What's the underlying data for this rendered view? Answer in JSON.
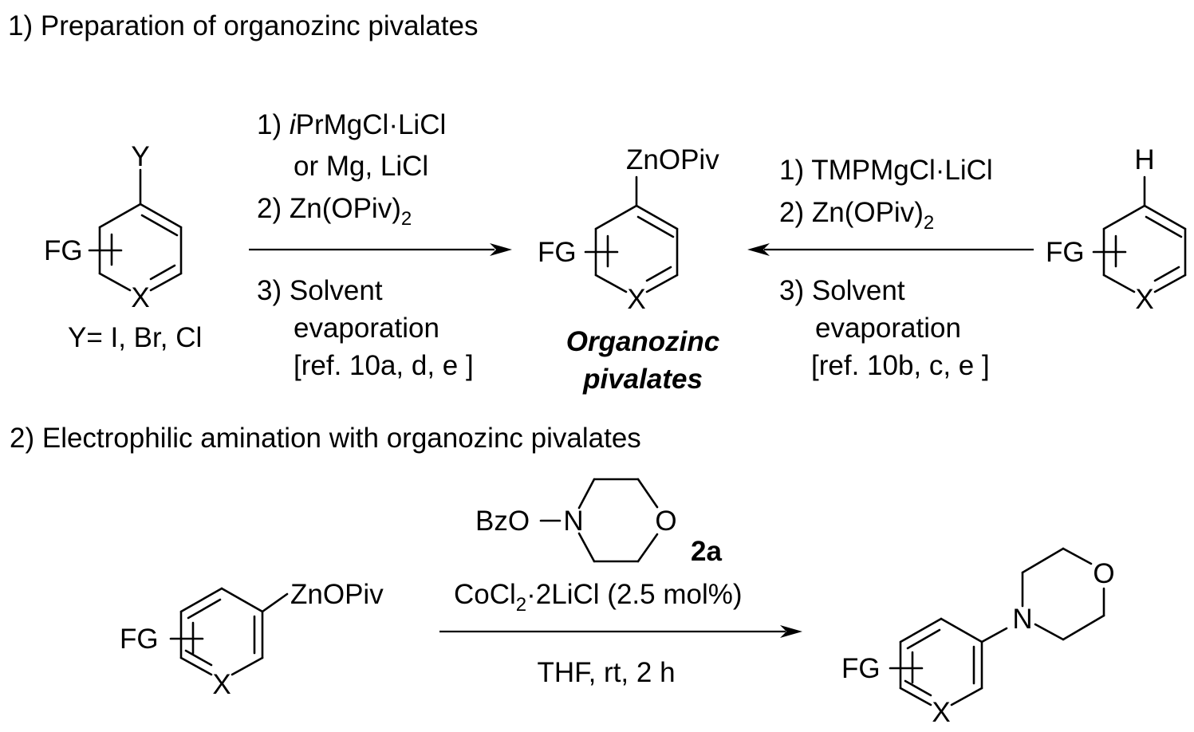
{
  "headings": {
    "part1": "1) Preparation of organozinc pivalates",
    "part2": "2) Electrophilic amination with organozinc pivalates"
  },
  "left_reactant": {
    "substituent": "Y",
    "fg": "FG",
    "heteroatom": "X",
    "note": "Y= I, Br, Cl"
  },
  "left_conditions": {
    "step1_prefix": "1) ",
    "step1_italic": "i",
    "step1_rest": "PrMgCl·LiCl",
    "step1_line2": "or Mg, LiCl",
    "step2_main": "2) Zn(OPiv)",
    "step2_sub": "2",
    "step3_line1": "3) Solvent",
    "step3_line2": "evaporation",
    "ref": "[ref. 10a, d, e ]"
  },
  "center_product": {
    "substituent": "ZnOPiv",
    "fg": "FG",
    "heteroatom": "X",
    "label_line1": "Organozinc",
    "label_line2": "pivalates"
  },
  "right_conditions": {
    "step1": "1) TMPMgCl·LiCl",
    "step2_main": "2) Zn(OPiv)",
    "step2_sub": "2",
    "step3_line1": "3) Solvent",
    "step3_line2": "evaporation",
    "ref": "[ref. 10b, c, e ]"
  },
  "right_reactant": {
    "substituent": "H",
    "fg": "FG",
    "heteroatom": "X"
  },
  "amination_reactant": {
    "substituent": "ZnOPiv",
    "fg": "FG",
    "heteroatom": "X"
  },
  "reagent_2a": {
    "prefix": "BzO",
    "nitrogen": "N",
    "oxygen": "O",
    "label": "2a"
  },
  "amination_conditions": {
    "catalyst_main": "CoCl",
    "catalyst_sub": "2",
    "catalyst_rest": "·2LiCl (2.5 mol%)",
    "solvent": "THF, rt, 2 h"
  },
  "amination_product": {
    "nitrogen": "N",
    "oxygen": "O",
    "fg": "FG",
    "heteroatom": "X"
  }
}
